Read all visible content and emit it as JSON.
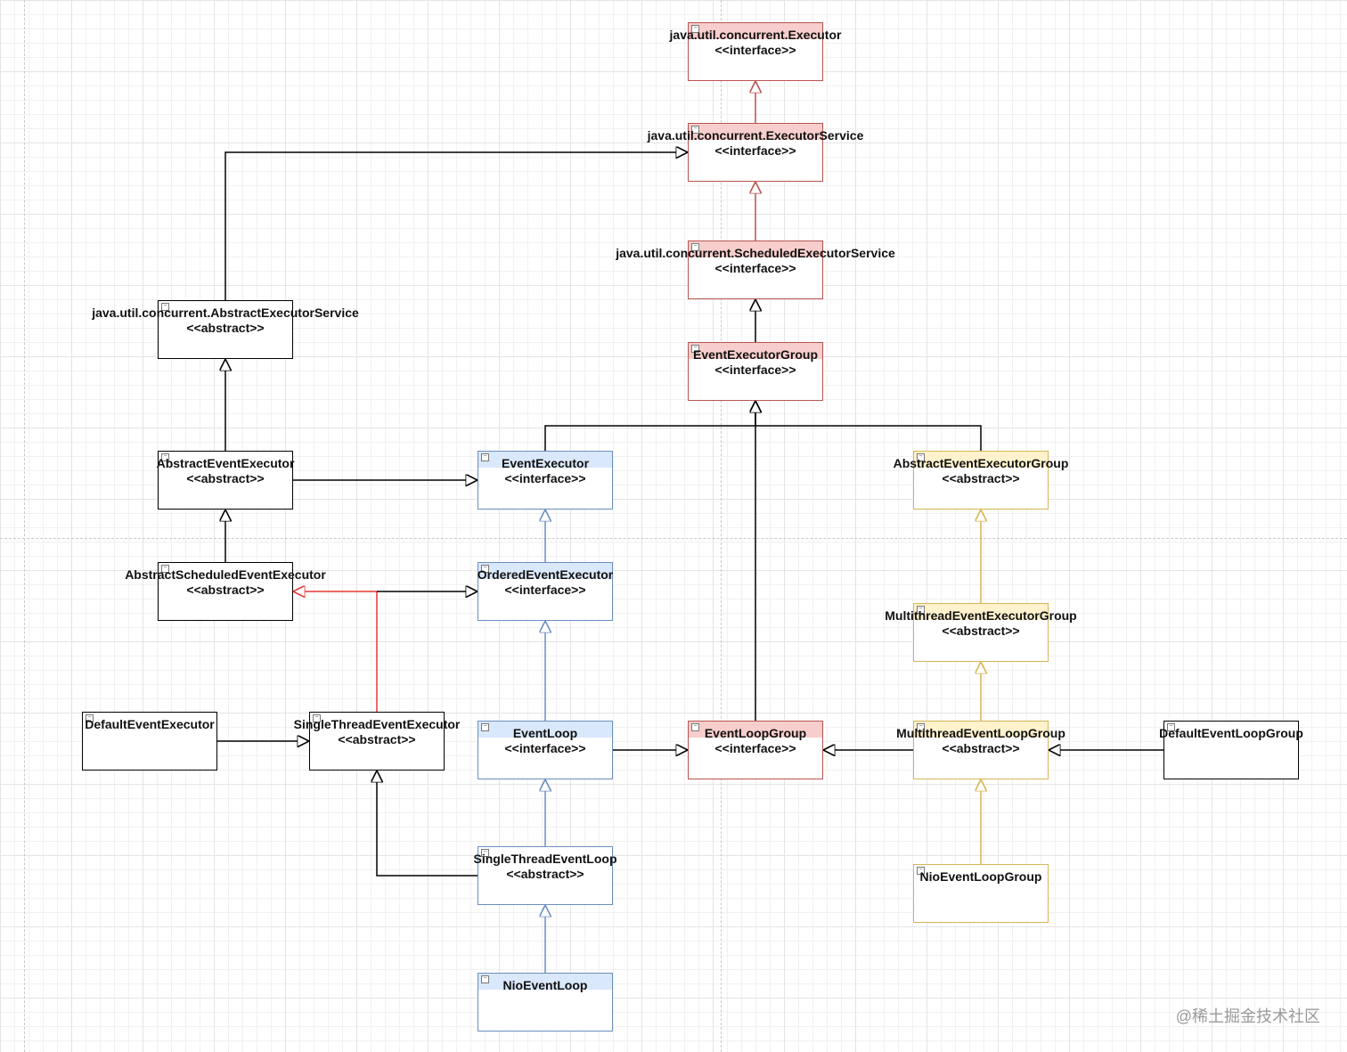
{
  "nodes": {
    "executor": {
      "title": "java.util.concurrent.Executor",
      "stereotype": "<<interface>>",
      "color": "#f8cecc"
    },
    "executorService": {
      "title": "java.util.concurrent.ExecutorService",
      "stereotype": "<<interface>>",
      "color": "#f8cecc"
    },
    "scheduledExecutorService": {
      "title": "java.util.concurrent.ScheduledExecutorService",
      "stereotype": "<<interface>>",
      "color": "#f8cecc"
    },
    "abstractExecutorService": {
      "title": "java.util.concurrent.AbstractExecutorService",
      "stereotype": "<<abstract>>",
      "color": "#ffffff"
    },
    "eventExecutorGroup": {
      "title": "EventExecutorGroup",
      "stereotype": "<<interface>>",
      "color": "#f8cecc"
    },
    "abstractEventExecutor": {
      "title": "AbstractEventExecutor",
      "stereotype": "<<abstract>>",
      "color": "#ffffff"
    },
    "eventExecutor": {
      "title": "EventExecutor",
      "stereotype": "<<interface>>",
      "color": "#dae8fc"
    },
    "abstractEventExecutorGroup": {
      "title": "AbstractEventExecutorGroup",
      "stereotype": "<<abstract>>",
      "color": "#fff2cc"
    },
    "abstractScheduledEventExecutor": {
      "title": "AbstractScheduledEventExecutor",
      "stereotype": "<<abstract>>",
      "color": "#ffffff"
    },
    "orderedEventExecutor": {
      "title": "OrderedEventExecutor",
      "stereotype": "<<interface>>",
      "color": "#dae8fc"
    },
    "multithreadEventExecutorGroup": {
      "title": "MultithreadEventExecutorGroup",
      "stereotype": "<<abstract>>",
      "color": "#fff2cc"
    },
    "defaultEventExecutor": {
      "title": "DefaultEventExecutor",
      "stereotype": "",
      "color": "#ffffff"
    },
    "singleThreadEventExecutor": {
      "title": "SingleThreadEventExecutor",
      "stereotype": "<<abstract>>",
      "color": "#ffffff"
    },
    "eventLoop": {
      "title": "EventLoop",
      "stereotype": "<<interface>>",
      "color": "#dae8fc"
    },
    "eventLoopGroup": {
      "title": "EventLoopGroup",
      "stereotype": "<<interface>>",
      "color": "#f8cecc"
    },
    "multithreadEventLoopGroup": {
      "title": "MultithreadEventLoopGroup",
      "stereotype": "<<abstract>>",
      "color": "#fff2cc"
    },
    "defaultEventLoopGroup": {
      "title": "DefaultEventLoopGroup",
      "stereotype": "",
      "color": "#ffffff"
    },
    "singleThreadEventLoop": {
      "title": "SingleThreadEventLoop",
      "stereotype": "<<abstract>>",
      "color": "#dae8fc"
    },
    "nioEventLoopGroup": {
      "title": "NioEventLoopGroup",
      "stereotype": "",
      "color": "#fff2cc"
    },
    "nioEventLoop": {
      "title": "NioEventLoop",
      "stereotype": "",
      "color": "#dae8fc"
    }
  },
  "edges": [
    {
      "from": "executorService",
      "to": "executor",
      "color": "#b85450"
    },
    {
      "from": "scheduledExecutorService",
      "to": "executorService",
      "color": "#b85450"
    },
    {
      "from": "abstractExecutorService",
      "to": "executorService",
      "color": "#000000"
    },
    {
      "from": "eventExecutorGroup",
      "to": "scheduledExecutorService",
      "color": "#000000"
    },
    {
      "from": "abstractEventExecutor",
      "to": "abstractExecutorService",
      "color": "#000000"
    },
    {
      "from": "abstractEventExecutor",
      "to": "eventExecutor",
      "color": "#000000"
    },
    {
      "from": "eventExecutor",
      "to": "eventExecutorGroup",
      "color": "#000000"
    },
    {
      "from": "abstractEventExecutorGroup",
      "to": "eventExecutorGroup",
      "color": "#000000"
    },
    {
      "from": "abstractScheduledEventExecutor",
      "to": "abstractEventExecutor",
      "color": "#000000"
    },
    {
      "from": "orderedEventExecutor",
      "to": "eventExecutor",
      "color": "#6c8ebf"
    },
    {
      "from": "singleThreadEventExecutor",
      "to": "abstractScheduledEventExecutor",
      "color": "#e53935"
    },
    {
      "from": "singleThreadEventExecutor",
      "to": "orderedEventExecutor",
      "color": "#000000"
    },
    {
      "from": "multithreadEventExecutorGroup",
      "to": "abstractEventExecutorGroup",
      "color": "#d6b656"
    },
    {
      "from": "defaultEventExecutor",
      "to": "singleThreadEventExecutor",
      "color": "#000000"
    },
    {
      "from": "eventLoop",
      "to": "orderedEventExecutor",
      "color": "#6c8ebf"
    },
    {
      "from": "eventLoop",
      "to": "eventLoopGroup",
      "color": "#000000"
    },
    {
      "from": "eventLoopGroup",
      "to": "eventExecutorGroup",
      "color": "#000000"
    },
    {
      "from": "multithreadEventLoopGroup",
      "to": "multithreadEventExecutorGroup",
      "color": "#d6b656"
    },
    {
      "from": "multithreadEventLoopGroup",
      "to": "eventLoopGroup",
      "color": "#000000"
    },
    {
      "from": "defaultEventLoopGroup",
      "to": "multithreadEventLoopGroup",
      "color": "#000000"
    },
    {
      "from": "singleThreadEventLoop",
      "to": "eventLoop",
      "color": "#6c8ebf"
    },
    {
      "from": "singleThreadEventLoop",
      "to": "singleThreadEventExecutor",
      "color": "#000000"
    },
    {
      "from": "nioEventLoopGroup",
      "to": "multithreadEventLoopGroup",
      "color": "#d6b656"
    },
    {
      "from": "nioEventLoop",
      "to": "singleThreadEventLoop",
      "color": "#6c8ebf"
    }
  ],
  "watermark": "@稀土掘金技术社区"
}
